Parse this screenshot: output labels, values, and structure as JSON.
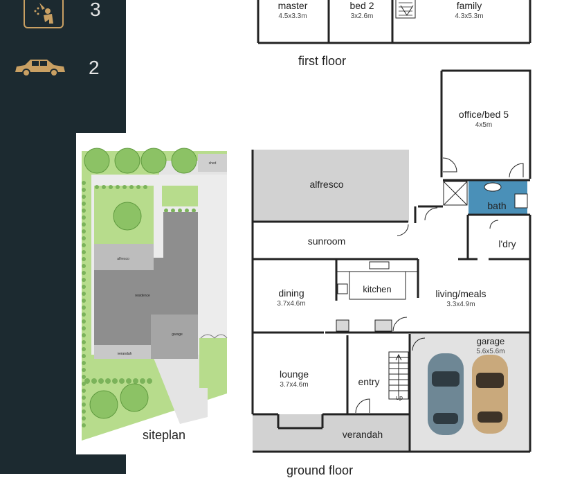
{
  "stats": {
    "bathrooms": {
      "icon": "shower-icon",
      "value": "3"
    },
    "carspaces": {
      "icon": "car-icon",
      "value": "2"
    }
  },
  "siteplan": {
    "title": "siteplan",
    "labels": {
      "shed": "shed",
      "alfresco": "alfresco",
      "residence": "residence",
      "garage": "garage",
      "verandah": "verandah"
    }
  },
  "first_floor": {
    "title": "first floor",
    "rooms": [
      {
        "name": "master",
        "dim": "4.5x3.3m"
      },
      {
        "name": "bed 2",
        "dim": "3x2.6m"
      },
      {
        "name": "family",
        "dim": "4.3x5.3m"
      }
    ]
  },
  "ground_floor": {
    "title": "ground floor",
    "rooms": {
      "office": {
        "name": "office/bed 5",
        "dim": "4x5m"
      },
      "alfresco": {
        "name": "alfresco"
      },
      "bath": {
        "name": "bath"
      },
      "sunroom": {
        "name": "sunroom"
      },
      "laundry": {
        "name": "l'dry"
      },
      "dining": {
        "name": "dining",
        "dim": "3.7x4.6m"
      },
      "kitchen": {
        "name": "kitchen"
      },
      "living": {
        "name": "living/meals",
        "dim": "3.3x4.9m"
      },
      "garage": {
        "name": "garage",
        "dim": "5.6x5.6m"
      },
      "lounge": {
        "name": "lounge",
        "dim": "3.7x4.6m"
      },
      "entry": {
        "name": "entry"
      },
      "up": {
        "name": "up"
      },
      "verandah": {
        "name": "verandah"
      }
    }
  },
  "colors": {
    "sidebar": "#1c2a30",
    "gold": "#c9a063",
    "bath": "#4a90b8",
    "grass": "#b7dc8c",
    "paving": "#cfcfcf",
    "roof": "#8e8e8e"
  }
}
